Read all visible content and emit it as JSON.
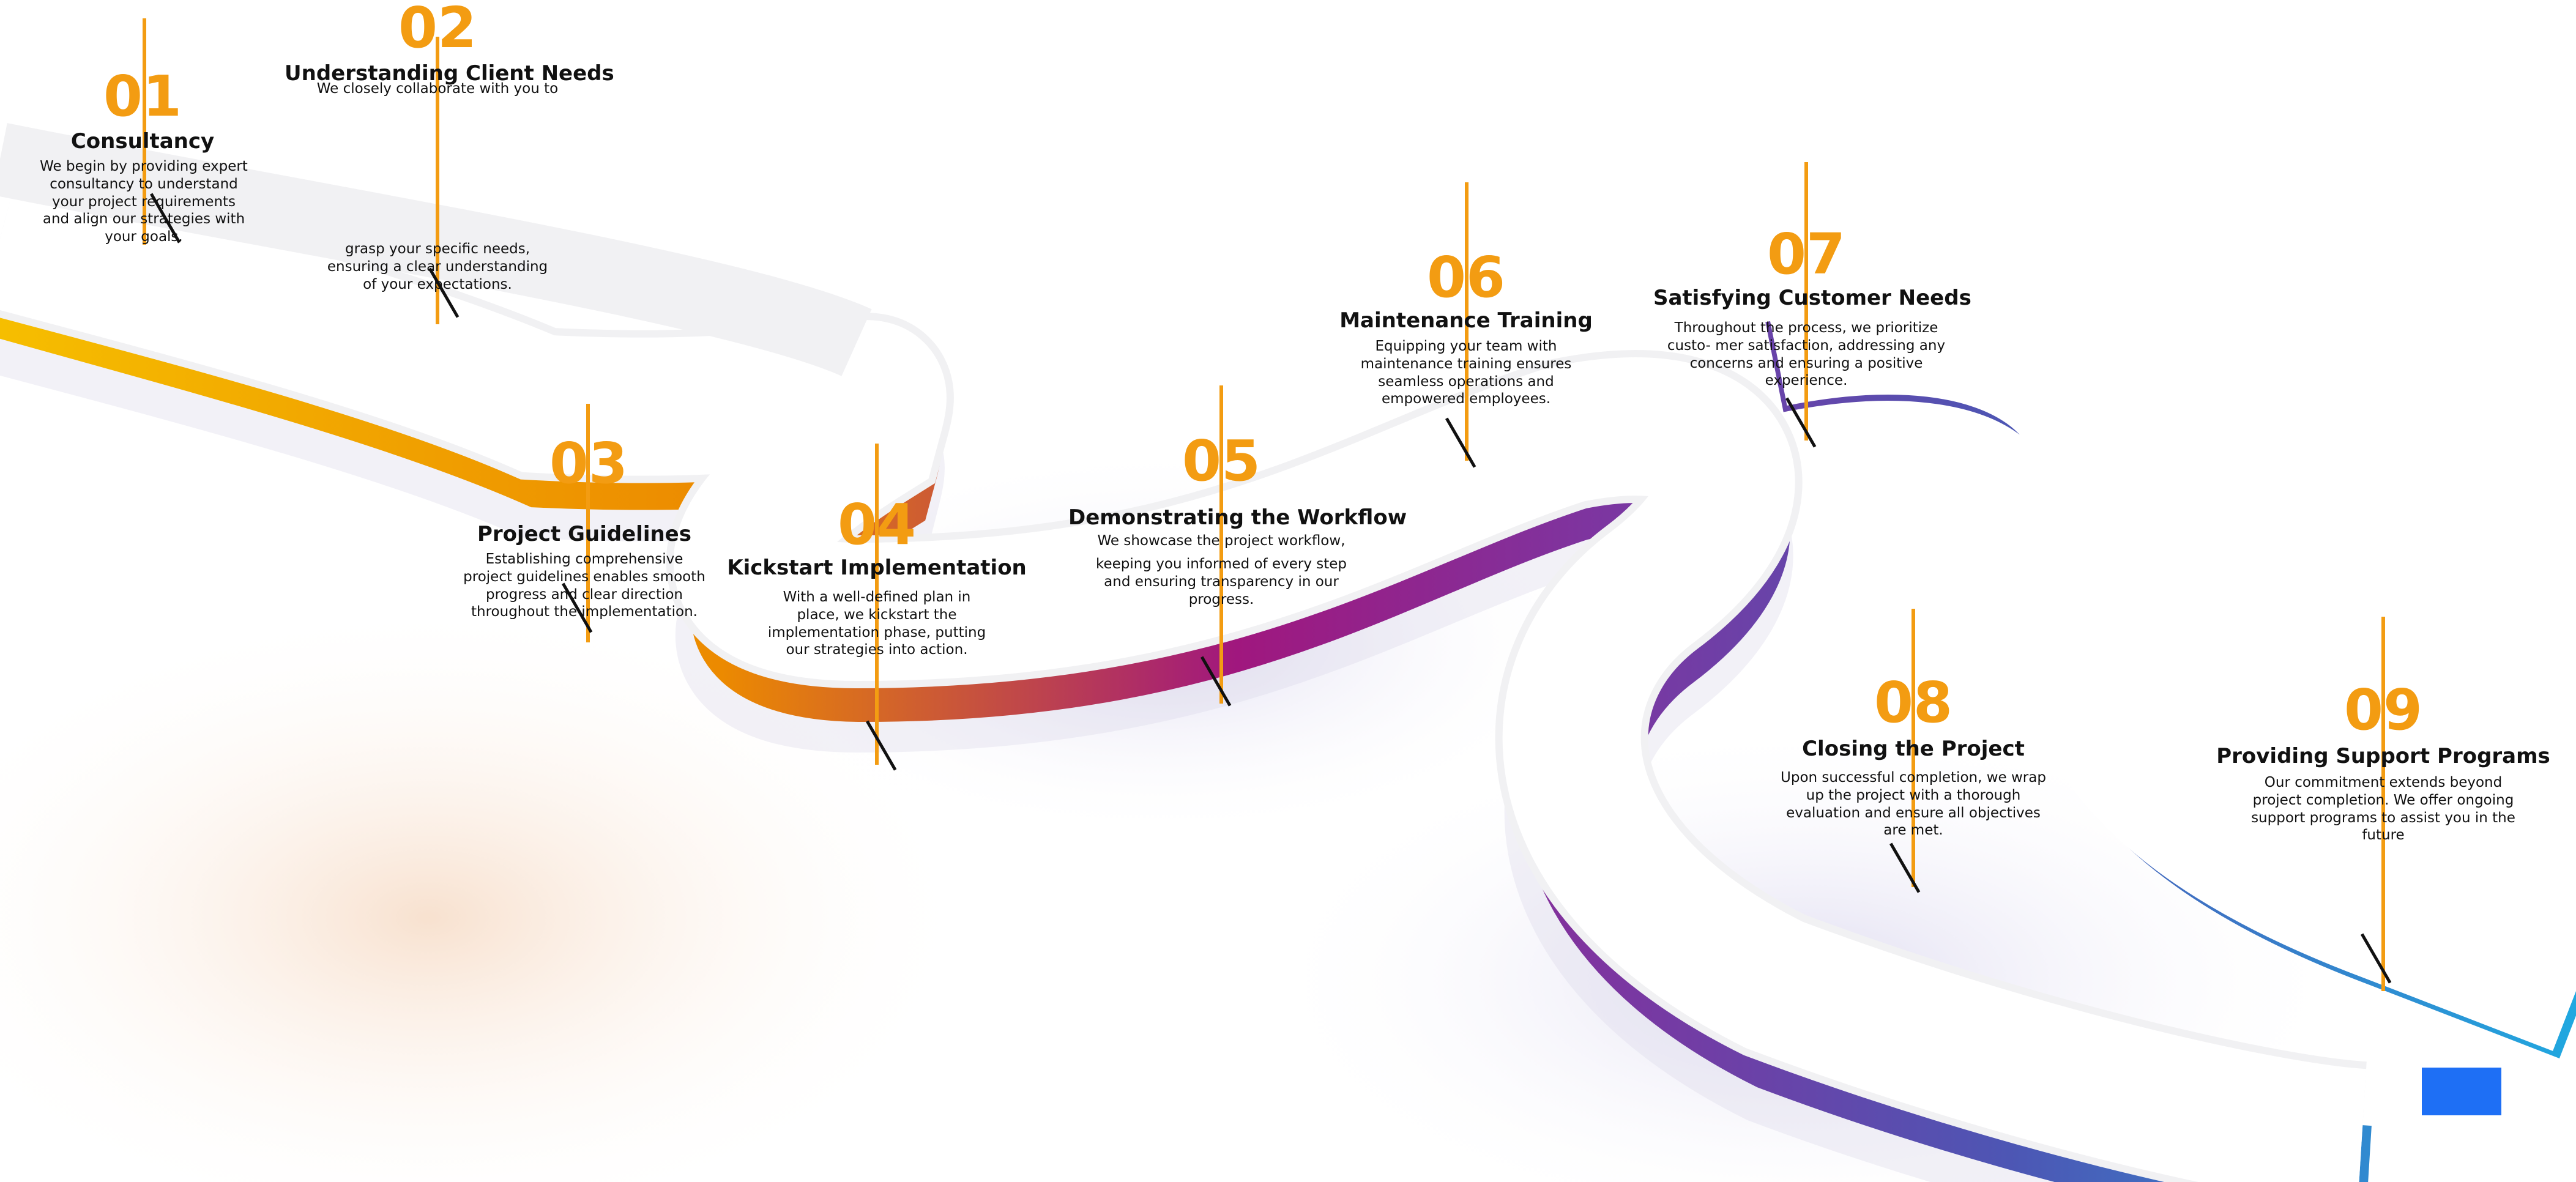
{
  "steps": [
    {
      "number": "01",
      "title": "Consultancy",
      "desc": "We begin by providing expert consultancy to understand your project requirements and align our strategies with your goals."
    },
    {
      "number": "02",
      "title": "Understanding  Client  Needs",
      "desc_a": "We closely collaborate with you to",
      "desc_b": "grasp your specific needs, ensuring a clear understanding of your expectations."
    },
    {
      "number": "03",
      "title": "Project  Guidelines",
      "desc": "Establishing comprehensive project guidelines enables smooth progress and clear direction throughout the implementation."
    },
    {
      "number": "04",
      "title": "Kickstart Implementation",
      "desc": "With a well-defined plan in place, we kickstart the implementation phase, putting our strategies into action."
    },
    {
      "number": "05",
      "title": "Demonstrating  the  Workflow",
      "desc_a": "We showcase the project workflow,",
      "desc_b": "keeping you informed of every step and ensuring transparency in our progress."
    },
    {
      "number": "06",
      "title": "Maintenance  Training",
      "desc": "Equipping your team with maintenance training ensures seamless operations and empowered employees."
    },
    {
      "number": "07",
      "title": "Satisfying  Customer  Needs",
      "desc": "Throughout the process, we prioritize custo- mer satisfaction, addressing any concerns and ensuring a positive experience."
    },
    {
      "number": "08",
      "title": "Closing the Project",
      "desc": "Upon successful completion, we wrap up the project with a thorough evaluation and ensure all objectives are met."
    },
    {
      "number": "09",
      "title": "Providing  Support  Programs",
      "desc": "Our commitment extends beyond project completion.  We  offer  ongoing  support programs to assist you in the future"
    }
  ],
  "colors": {
    "accent": "#f39c12",
    "road_gradient": [
      "#f6be00",
      "#ec8a00",
      "#a0177e",
      "#7d35a0",
      "#4d56b4",
      "#20a8e0"
    ],
    "button": "#1e6ff5"
  }
}
